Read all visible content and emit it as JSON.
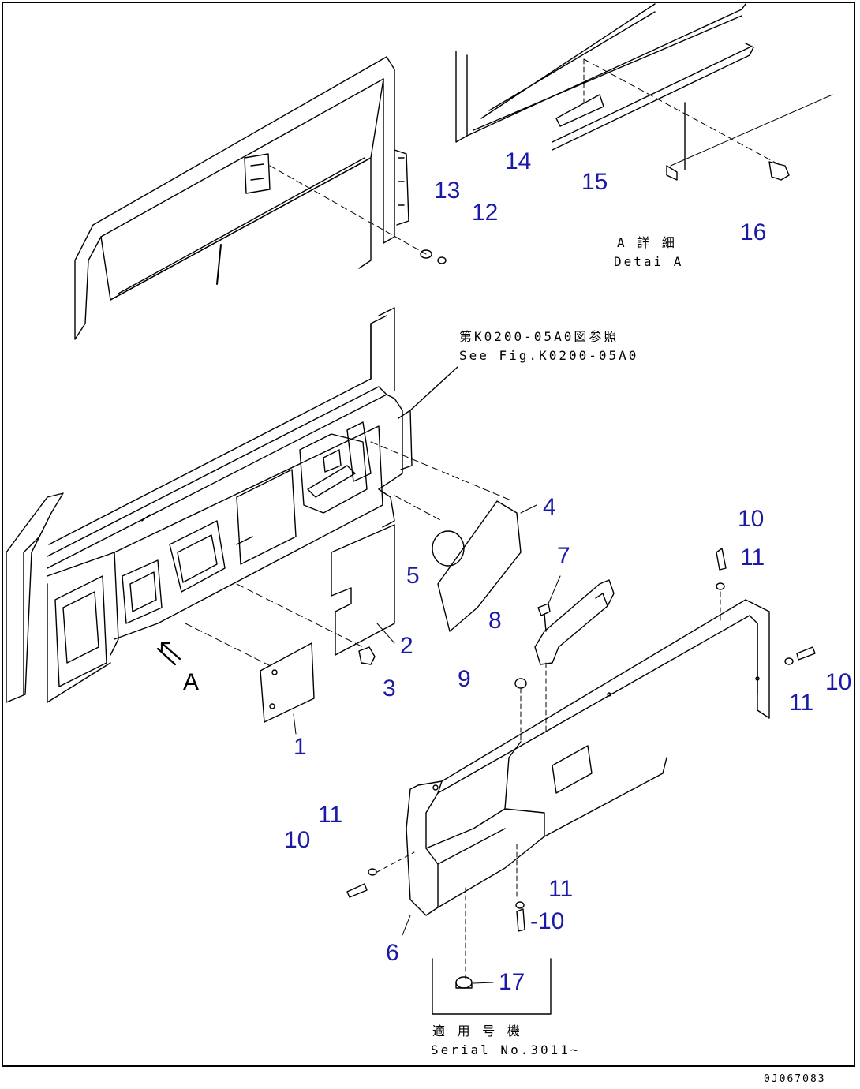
{
  "callouts": [
    {
      "id": "1",
      "text": "1"
    },
    {
      "id": "2",
      "text": "2"
    },
    {
      "id": "3",
      "text": "3"
    },
    {
      "id": "4",
      "text": "4"
    },
    {
      "id": "5",
      "text": "5"
    },
    {
      "id": "6",
      "text": "6"
    },
    {
      "id": "7",
      "text": "7"
    },
    {
      "id": "8",
      "text": "8"
    },
    {
      "id": "9",
      "text": "9"
    },
    {
      "id": "10a",
      "text": "10"
    },
    {
      "id": "10b",
      "text": "10"
    },
    {
      "id": "10c",
      "text": "10"
    },
    {
      "id": "10d",
      "text": "-10"
    },
    {
      "id": "11a",
      "text": "11"
    },
    {
      "id": "11b",
      "text": "11"
    },
    {
      "id": "11c",
      "text": "11"
    },
    {
      "id": "11d",
      "text": "11"
    },
    {
      "id": "12",
      "text": "12"
    },
    {
      "id": "13",
      "text": "13"
    },
    {
      "id": "14",
      "text": "14"
    },
    {
      "id": "15",
      "text": "15"
    },
    {
      "id": "16",
      "text": "16"
    },
    {
      "id": "17",
      "text": "17"
    }
  ],
  "notes": {
    "detail_jp": "A 詳 細",
    "detail_en": "Detai A",
    "ref_jp": "第K0200-05A0図参照",
    "ref_en": "See Fig.K0200-05A0",
    "serial_jp": "適 用 号 機",
    "serial_en": "Serial No.3011~"
  },
  "view_letter": "A",
  "drawing_number": "0J067083",
  "colors": {
    "callout": "#1a1aa6",
    "line": "#000000"
  }
}
